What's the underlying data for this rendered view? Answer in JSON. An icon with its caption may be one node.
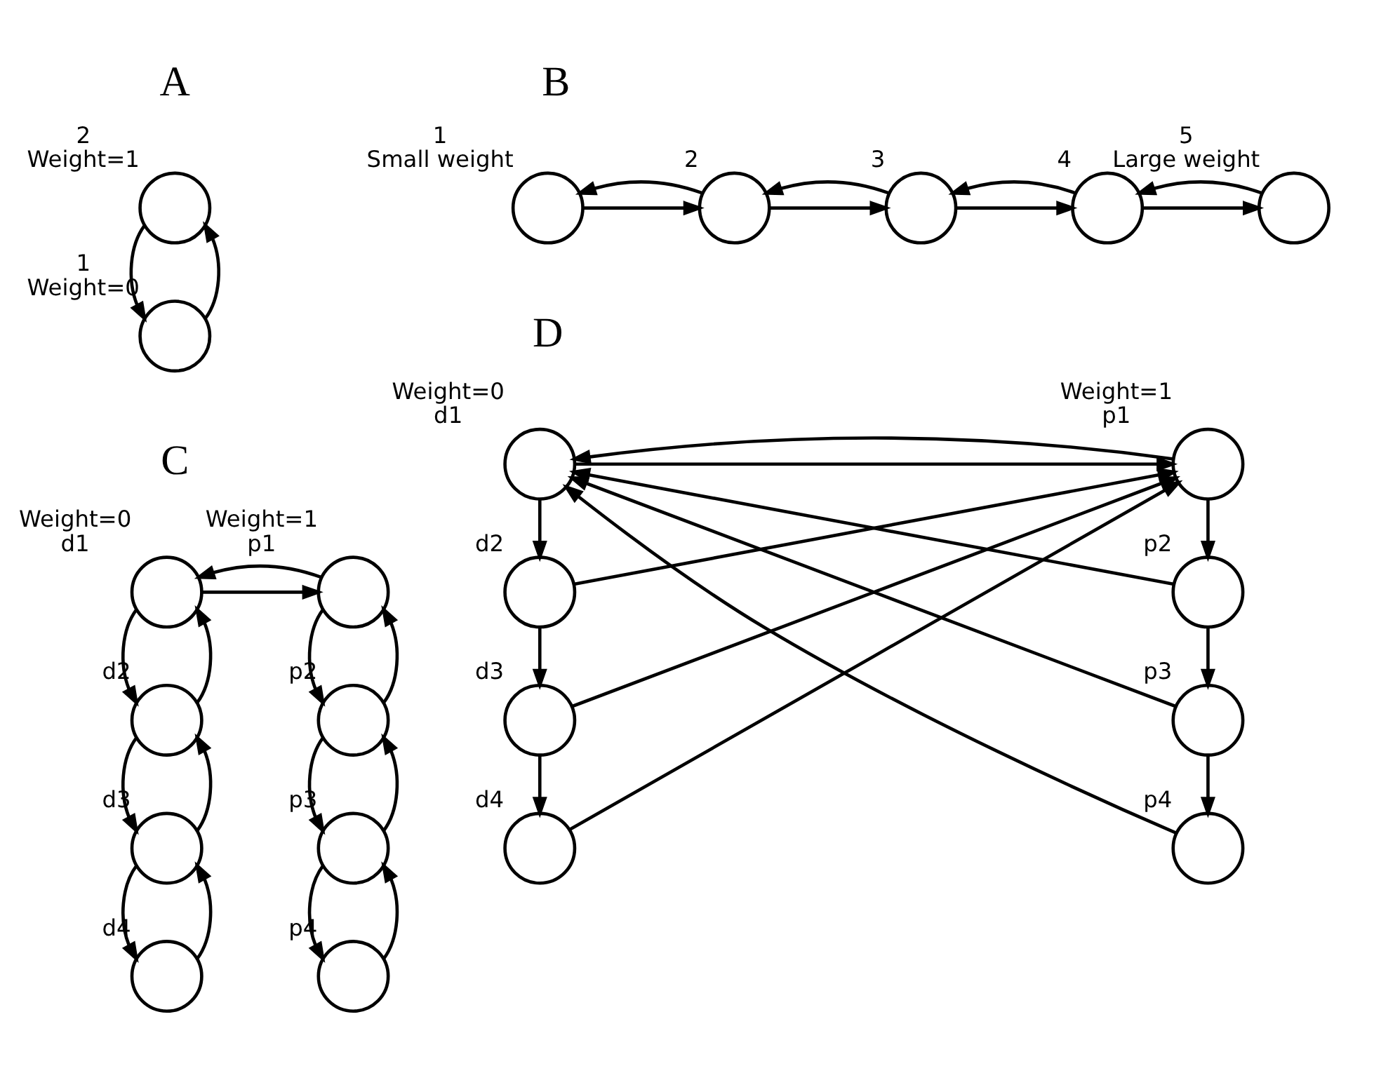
{
  "diagram": {
    "nodes": [
      {
        "text": [],
        "shape": "circle",
        "beside": [
          "2",
          "Weight=1"
        ]
      },
      {
        "text": [],
        "shape": "circle",
        "beside": [
          "1",
          "Weight=0"
        ]
      },
      {
        "text": [],
        "shape": "circle",
        "beside": [
          "1",
          "Small weight"
        ]
      },
      {
        "text": [],
        "shape": "circle",
        "beside": [
          "2"
        ]
      },
      {
        "text": [],
        "shape": "circle",
        "beside": [
          "3"
        ]
      },
      {
        "text": [],
        "shape": "circle",
        "beside": [
          "4"
        ]
      },
      {
        "text": [],
        "shape": "circle",
        "beside": [
          "5",
          "Large weight"
        ]
      },
      {
        "text": [],
        "shape": "circle",
        "beside": [
          "Weight=0",
          "d1"
        ]
      },
      {
        "text": [],
        "shape": "circle",
        "beside": [
          "d2"
        ]
      },
      {
        "text": [],
        "shape": "circle",
        "beside": [
          "d3"
        ]
      },
      {
        "text": [],
        "shape": "circle",
        "beside": [
          "d4"
        ]
      },
      {
        "text": [],
        "shape": "circle",
        "beside": [
          "Weight=1",
          "p1"
        ]
      },
      {
        "text": [],
        "shape": "circle",
        "beside": [
          "p2"
        ]
      },
      {
        "text": [],
        "shape": "circle",
        "beside": [
          "p3"
        ]
      },
      {
        "text": [],
        "shape": "circle",
        "beside": [
          "p4"
        ]
      },
      {
        "text": [],
        "shape": "circle",
        "beside": [
          "Weight=0",
          "d1"
        ]
      },
      {
        "text": [],
        "shape": "circle",
        "beside": [
          "d2"
        ]
      },
      {
        "text": [],
        "shape": "circle",
        "beside": [
          "d3"
        ]
      },
      {
        "text": [],
        "shape": "circle",
        "beside": [
          "d4"
        ]
      },
      {
        "text": [],
        "shape": "circle",
        "beside": [
          "Weight=1",
          "p1"
        ]
      },
      {
        "text": [],
        "shape": "circle",
        "beside": [
          "p2"
        ]
      },
      {
        "text": [],
        "shape": "circle",
        "beside": [
          "p3"
        ]
      },
      {
        "text": [],
        "shape": "circle",
        "beside": [
          "p4"
        ]
      }
    ],
    "edges": [
      {
        "from": 0,
        "to": 1,
        "arrow": "to"
      },
      {
        "from": 1,
        "to": 0,
        "arrow": "to"
      },
      {
        "from": 2,
        "to": 3,
        "arrow": "to"
      },
      {
        "from": 3,
        "to": 2,
        "arrow": "to"
      },
      {
        "from": 3,
        "to": 4,
        "arrow": "to"
      },
      {
        "from": 4,
        "to": 3,
        "arrow": "to"
      },
      {
        "from": 4,
        "to": 5,
        "arrow": "to"
      },
      {
        "from": 5,
        "to": 4,
        "arrow": "to"
      },
      {
        "from": 5,
        "to": 6,
        "arrow": "to"
      },
      {
        "from": 6,
        "to": 5,
        "arrow": "to"
      },
      {
        "from": 7,
        "to": 11,
        "arrow": "to"
      },
      {
        "from": 11,
        "to": 7,
        "arrow": "to"
      },
      {
        "from": 7,
        "to": 8,
        "arrow": "to"
      },
      {
        "from": 8,
        "to": 7,
        "arrow": "to"
      },
      {
        "from": 8,
        "to": 9,
        "arrow": "to"
      },
      {
        "from": 9,
        "to": 8,
        "arrow": "to"
      },
      {
        "from": 9,
        "to": 10,
        "arrow": "to"
      },
      {
        "from": 10,
        "to": 9,
        "arrow": "to"
      },
      {
        "from": 11,
        "to": 12,
        "arrow": "to"
      },
      {
        "from": 12,
        "to": 11,
        "arrow": "to"
      },
      {
        "from": 12,
        "to": 13,
        "arrow": "to"
      },
      {
        "from": 13,
        "to": 12,
        "arrow": "to"
      },
      {
        "from": 13,
        "to": 14,
        "arrow": "to"
      },
      {
        "from": 14,
        "to": 13,
        "arrow": "to"
      },
      {
        "from": 15,
        "to": 19,
        "arrow": "to"
      },
      {
        "from": 19,
        "to": 15,
        "arrow": "to"
      },
      {
        "from": 15,
        "to": 16,
        "arrow": "to"
      },
      {
        "from": 16,
        "to": 17,
        "arrow": "to"
      },
      {
        "from": 17,
        "to": 18,
        "arrow": "to"
      },
      {
        "from": 19,
        "to": 20,
        "arrow": "to"
      },
      {
        "from": 20,
        "to": 21,
        "arrow": "to"
      },
      {
        "from": 21,
        "to": 22,
        "arrow": "to"
      },
      {
        "from": 16,
        "to": 19,
        "arrow": "to"
      },
      {
        "from": 17,
        "to": 19,
        "arrow": "to"
      },
      {
        "from": 18,
        "to": 19,
        "arrow": "to"
      },
      {
        "from": 20,
        "to": 15,
        "arrow": "to"
      },
      {
        "from": 21,
        "to": 15,
        "arrow": "to"
      },
      {
        "from": 22,
        "to": 15,
        "arrow": "to"
      }
    ],
    "labels": [
      "A",
      "B",
      "C",
      "D"
    ]
  }
}
